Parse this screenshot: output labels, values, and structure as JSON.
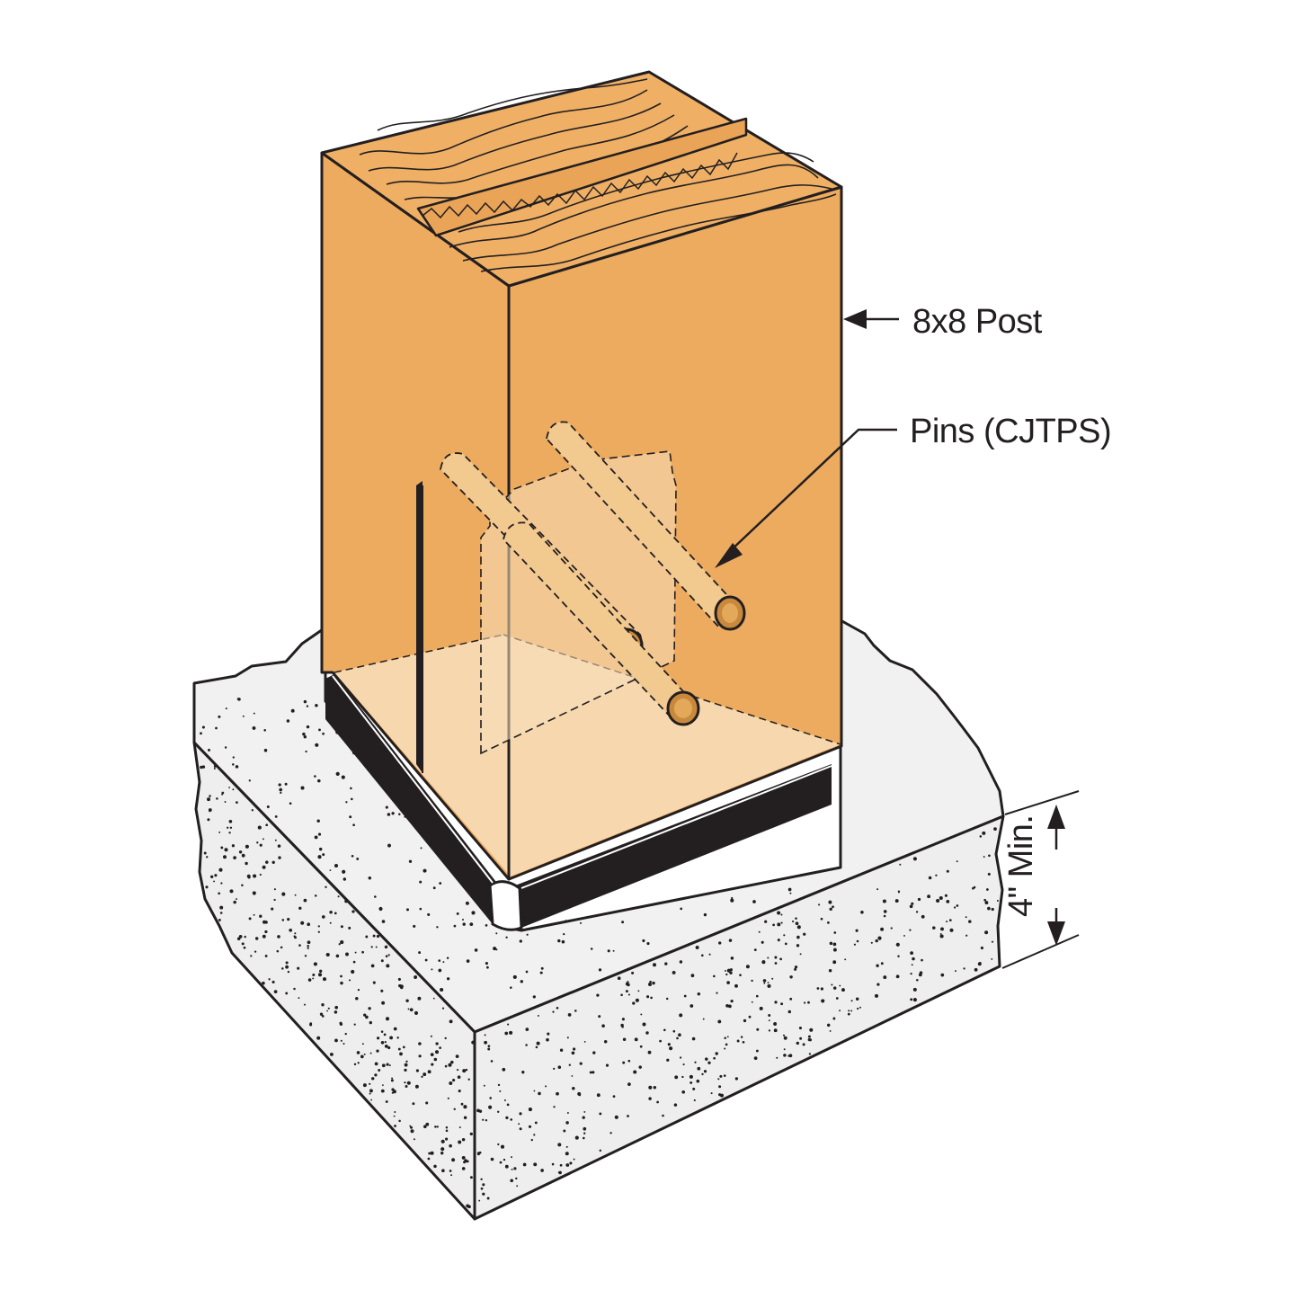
{
  "labels": {
    "post": "8x8 Post",
    "pins": "Pins (CJTPS)",
    "min_depth": "4\" Min."
  },
  "colors": {
    "wood_front": "#edab5f",
    "wood_top": "#efb066",
    "wood_inner_light": "#f8dfbc",
    "concrete": "#efefef",
    "base_plate": "#231f20",
    "outline": "#231f20",
    "pin": "#f2c98f"
  }
}
